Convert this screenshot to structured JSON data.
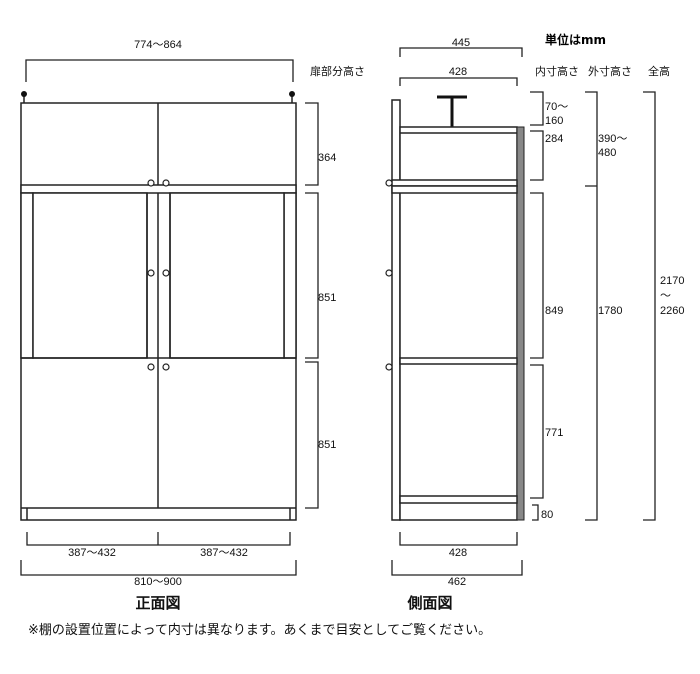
{
  "unit_label": "単位はmm",
  "front_view": {
    "title": "正面図",
    "top_width": "774～864",
    "door_height_header": "扉部分高さ",
    "door_heights": [
      "364",
      "851",
      "851"
    ],
    "door_widths": [
      "387～432",
      "387～432"
    ],
    "total_width": "810～900"
  },
  "side_view": {
    "title": "側面図",
    "top_depth_outer": "445",
    "top_depth_inner": "428",
    "headers": {
      "inner": "内寸高さ",
      "outer": "外寸高さ",
      "total": "全高"
    },
    "inner_heights": [
      "70～",
      "160",
      "284",
      "849",
      "771",
      "80"
    ],
    "outer_heights": [
      "390～",
      "480",
      "1780"
    ],
    "total_height": [
      "2170",
      "～",
      "2260"
    ],
    "bottom_depth_inner": "428",
    "bottom_depth_outer": "462"
  },
  "note": "※棚の設置位置によって内寸は異なります。あくまで目安としてご覧ください。"
}
